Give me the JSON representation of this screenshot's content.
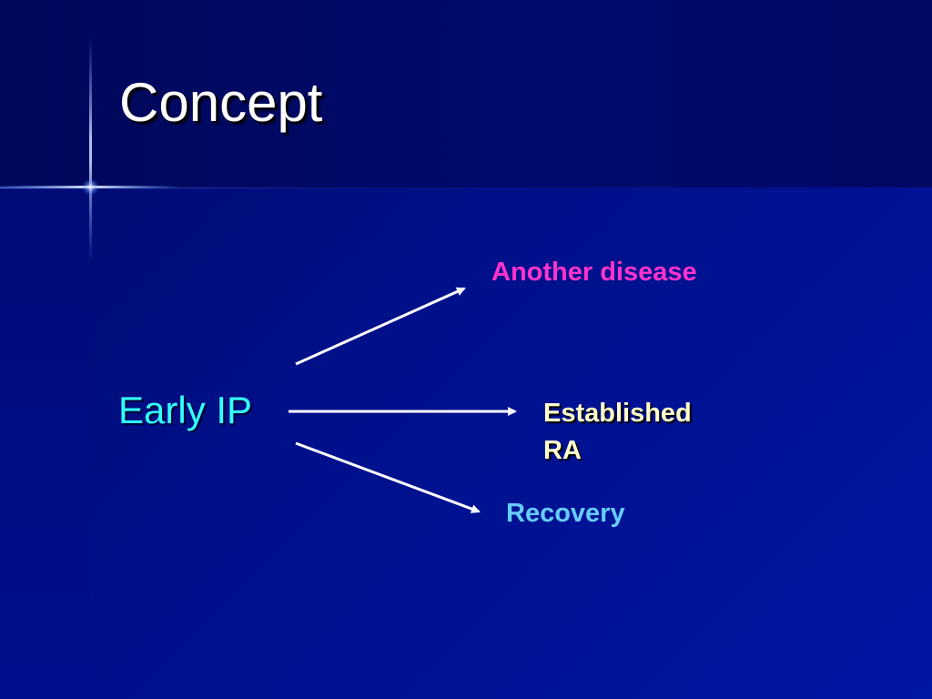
{
  "slide": {
    "title": "Concept",
    "source_label": "Early IP",
    "outcomes": {
      "another_disease": "Another disease",
      "established_line1": "Established",
      "established_line2": "RA",
      "recovery": "Recovery"
    }
  },
  "colors": {
    "title": "#ffffff",
    "source": "#33ffff",
    "another_disease": "#ff33cc",
    "established": "#ffffcc",
    "recovery": "#66ccff",
    "arrow": "#ffffff"
  }
}
